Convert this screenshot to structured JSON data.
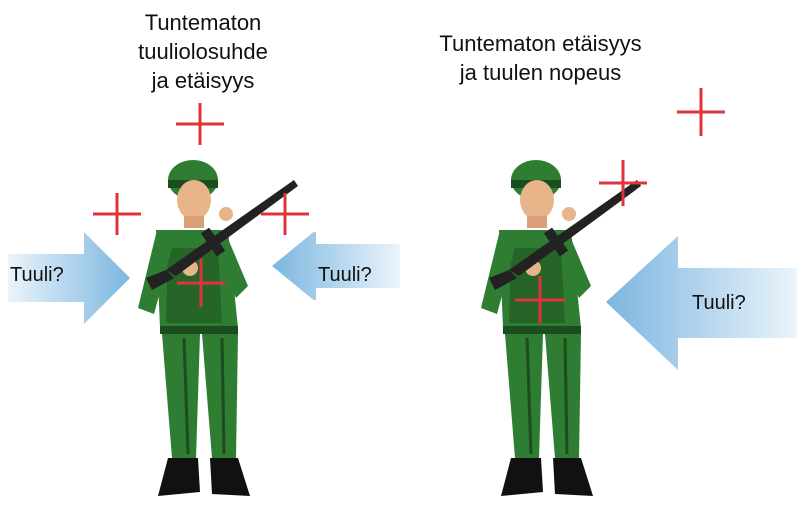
{
  "left_panel": {
    "title": "Tuntematon\ntuuliolosuhde\nja etäisyys",
    "arrow_left_label": "Tuuli?",
    "arrow_right_label": "Tuuli?"
  },
  "right_panel": {
    "title": "Tuntematon etäisyys\nja tuulen nopeus",
    "arrow_label": "Tuuli?"
  },
  "colors": {
    "crosshair": "#e0333a",
    "arrow_light": "#eaf4fb",
    "arrow_dark": "#7cb6e0",
    "uniform": "#2e7d32",
    "uniform_dark": "#1b4d1e",
    "skin": "#e8b48a",
    "boot": "#111111"
  }
}
